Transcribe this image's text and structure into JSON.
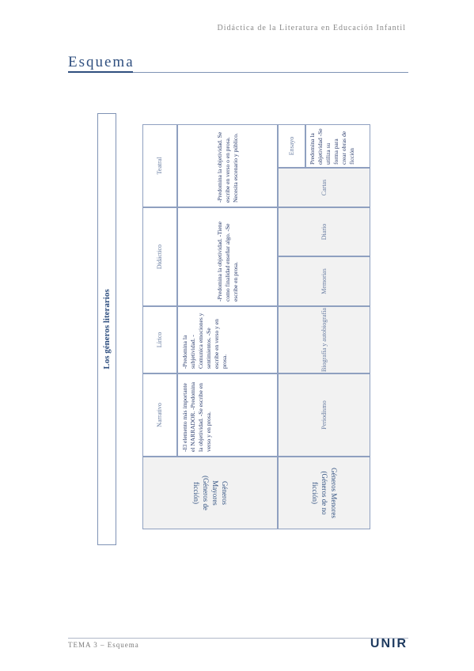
{
  "header": {
    "course_title": "Didáctica de la Literatura en Educación Infantil"
  },
  "page": {
    "title": "Esquema"
  },
  "diagram": {
    "box_title": "Los géneros literarios",
    "major": {
      "row_label": "Géneros Mayores (Géneros de ficción)",
      "columns": [
        {
          "name": "Narrativo",
          "text": "-El elemento más importante el NARRADOR. -Predomina la objetividad. -Se escribe en verso y en prosa."
        },
        {
          "name": "Lírico",
          "text": "-Predomina la subjetividad. -Comunica emociones y sentimientos. -Se escribe en verso y en prosa."
        },
        {
          "name": "Didáctico",
          "text": "-Predomina la objetividad. -Tiene como finalidad enseñar algo. -Se escribe en prosa."
        },
        {
          "name": "Teatral",
          "text": "-Predomina la objetividad. Se escribe en verso o en prosa. Necesita escenario y público."
        }
      ]
    },
    "minor": {
      "row_label": "Géneros Menores (Géneros de no ficción)",
      "items": {
        "periodismo": "Periodismo",
        "biografia": "Biografía y autobiografía",
        "memorias": "Memorias",
        "diario": "Diario",
        "cartas": "Cartas",
        "ensayo": "Ensayo",
        "ensayo_text": "Predomina la objetividad -Se utiliza su forma para crear obras de ficción"
      }
    }
  },
  "footer": {
    "text": "TEMA 3 – Esquema",
    "logo": "UNIR"
  }
}
